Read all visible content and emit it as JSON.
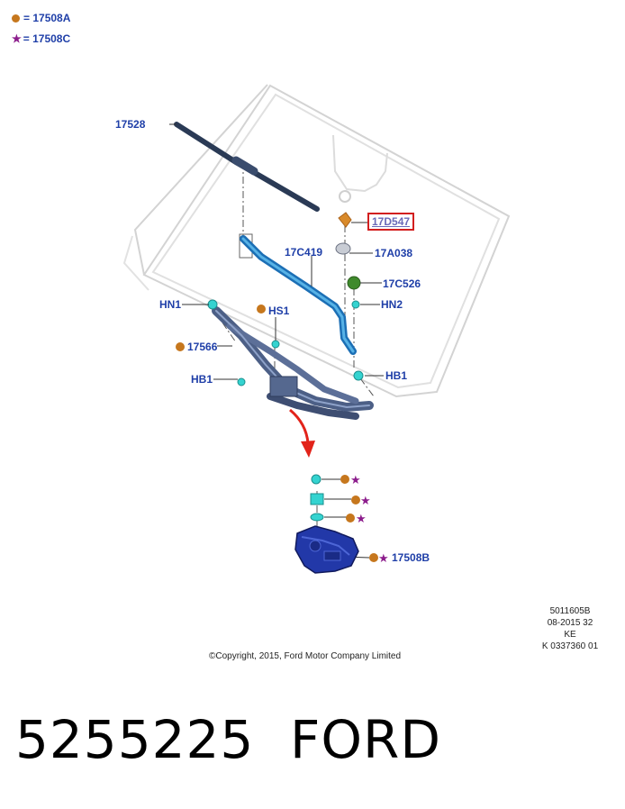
{
  "legend": {
    "dot_ref": "17508A",
    "star_ref": "17508C"
  },
  "callouts": {
    "blade": "17528",
    "highlighted": "17D547",
    "arm": "17C419",
    "nut_cover": "17A038",
    "cap": "17C526",
    "hn2": "HN2",
    "hn1": "HN1",
    "hs1": "HS1",
    "linkage": "17566",
    "hb1_left": "HB1",
    "hb1_right": "HB1",
    "motor": "17508B"
  },
  "doc_meta": {
    "line1": "5011605B",
    "line2": "08-2015 32",
    "line3": "KE",
    "line4": "K 0337360 01"
  },
  "copyright": "©Copyright, 2015, Ford Motor Company Limited",
  "part_number": "5255225",
  "brand": "FORD",
  "colors": {
    "label": "#1f3fa8",
    "dot": "#c6771d",
    "star": "#8c1d8c",
    "highlight_box": "#d21f1f",
    "arrow": "#e2231a",
    "fastener": "#34d3d0"
  }
}
